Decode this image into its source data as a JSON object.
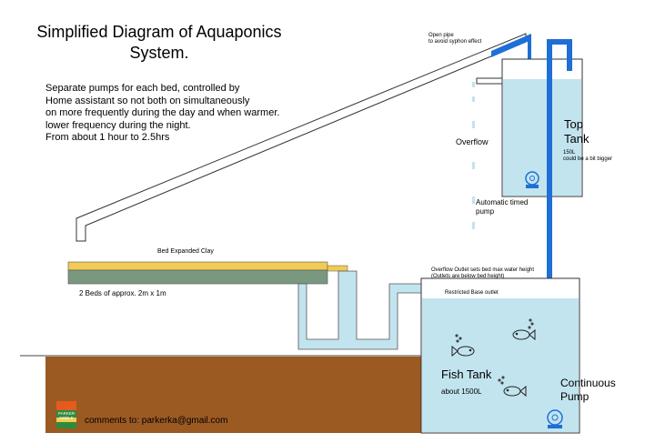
{
  "title_lines": [
    "Simplified Diagram of Aquaponics",
    "System."
  ],
  "notes_lines": [
    "Separate pumps for each bed, controlled by",
    "Home assistant so not both on simultaneously",
    "on more frequently during the day and when warmer.",
    "lower frequency during the night.",
    "From about 1 hour to 2.5hrs"
  ],
  "labels": {
    "open_pipe": [
      "Open pipe",
      "to avoid syphon effect"
    ],
    "overflow": "Overflow",
    "automatic_pump": [
      "Automatic timed",
      "pump"
    ],
    "top_tank": [
      "Top",
      "Tank"
    ],
    "top_tank_note": [
      "150L",
      "could be a bit bigger"
    ],
    "bed_media": "Bed Expanded Clay",
    "beds": "2 Beds of approx. 2m x 1m",
    "overflow_outlet": [
      "Overflow Outlet sets bed max water height",
      "(Outlets are below bed height)"
    ],
    "restricted_outlet": "Restricted Base outlet",
    "fish_tank": "Fish Tank",
    "fish_tank_volume": "about 1500L",
    "continuous_pump": [
      "Continuous",
      "Pump"
    ],
    "comments": "comments to: parkerka@gmail.com",
    "logo_text": [
      "PARKER",
      "NOBLE"
    ]
  },
  "colors": {
    "water": "#c2e4ef",
    "pipe_blue": "#1f6fd6",
    "soil": "#9c5a23",
    "clay": "#f0cb56",
    "bed_base": "#79987f"
  }
}
